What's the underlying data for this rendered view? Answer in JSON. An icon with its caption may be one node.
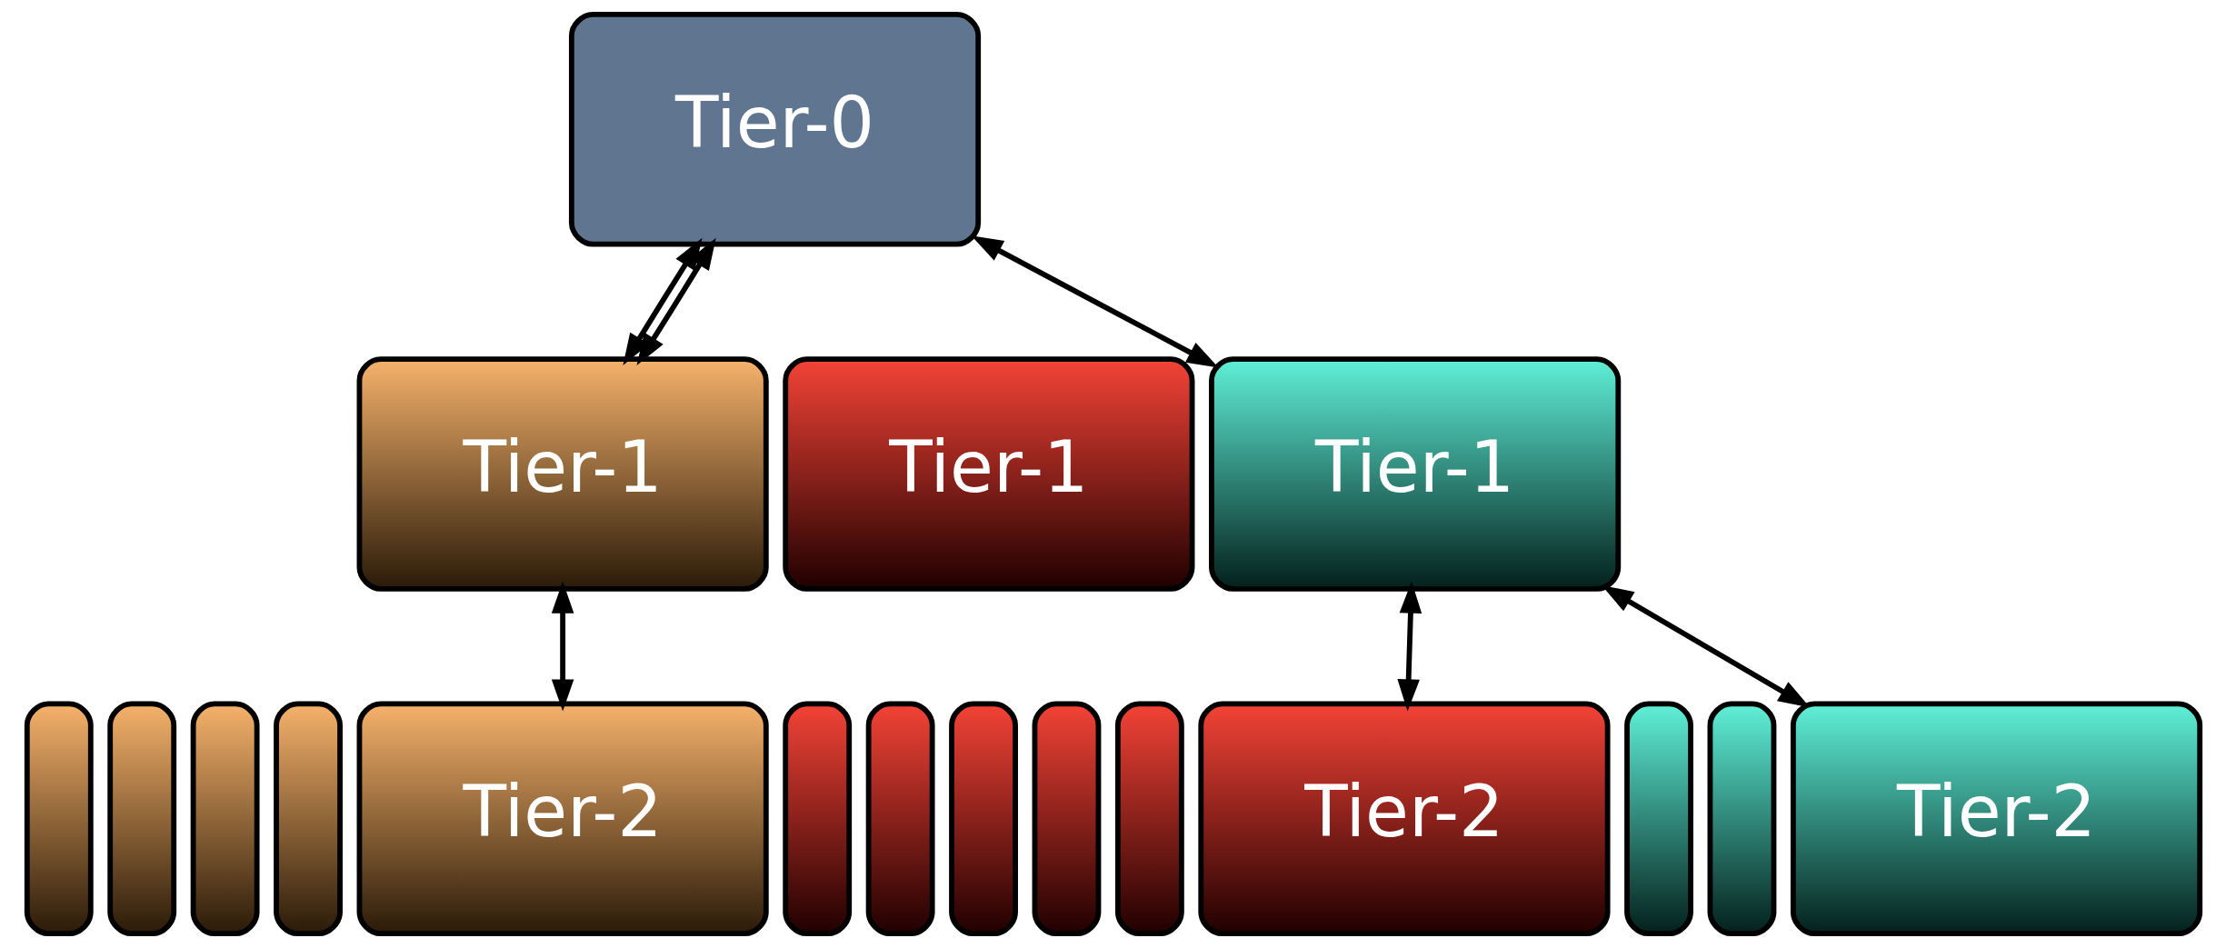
{
  "diagram": {
    "nodes": [
      {
        "text": [
          "Tier-0"
        ]
      },
      {
        "text": [
          "Tier-1"
        ]
      },
      {
        "text": [
          "Tier-1"
        ]
      },
      {
        "text": [
          "Tier-1"
        ]
      },
      {
        "text": [],
        "shape": "box"
      },
      {
        "text": [],
        "shape": "box"
      },
      {
        "text": [],
        "shape": "box"
      },
      {
        "text": [],
        "shape": "box"
      },
      {
        "text": [
          "Tier-2"
        ]
      },
      {
        "text": [],
        "shape": "box"
      },
      {
        "text": [],
        "shape": "box"
      },
      {
        "text": [],
        "shape": "box"
      },
      {
        "text": [],
        "shape": "box"
      },
      {
        "text": [],
        "shape": "box"
      },
      {
        "text": [
          "Tier-2"
        ]
      },
      {
        "text": [],
        "shape": "box"
      },
      {
        "text": [],
        "shape": "box"
      },
      {
        "text": [
          "Tier-2"
        ]
      }
    ],
    "edges": [
      {
        "from": 0,
        "to": 1,
        "arrow": "both"
      },
      {
        "from": 0,
        "to": 1,
        "arrow": "both"
      },
      {
        "from": 0,
        "to": 3,
        "arrow": "both"
      },
      {
        "from": 1,
        "to": 8,
        "arrow": "both"
      },
      {
        "from": 3,
        "to": 14,
        "arrow": "both"
      },
      {
        "from": 3,
        "to": 17,
        "arrow": "both"
      }
    ]
  }
}
